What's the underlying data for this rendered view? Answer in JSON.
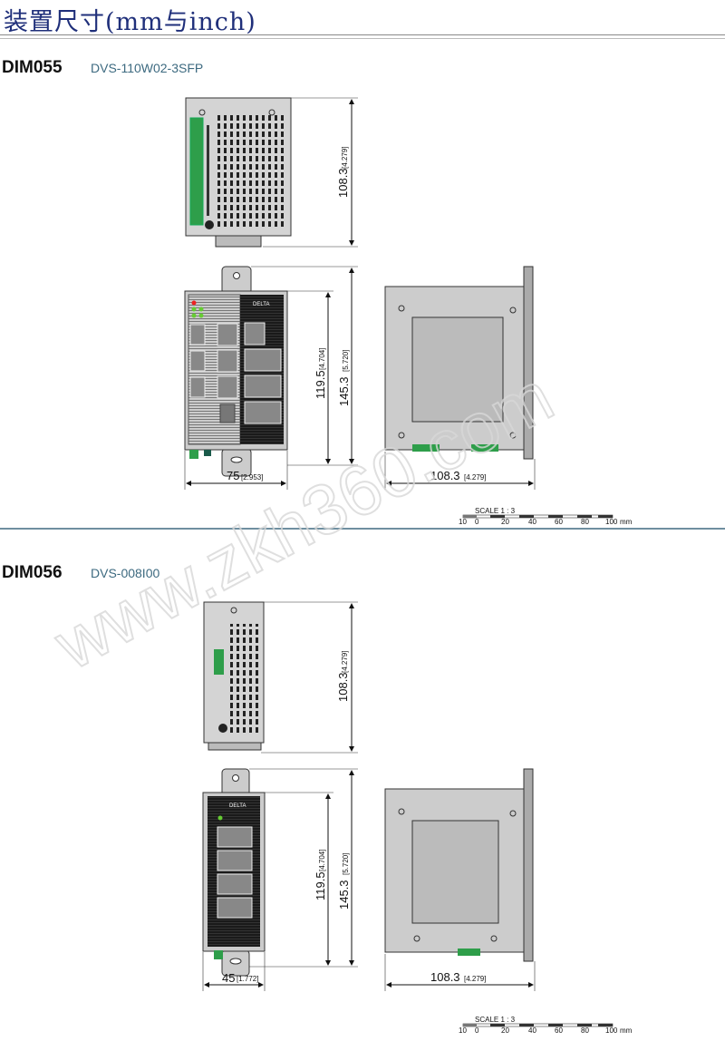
{
  "header": {
    "title": "装置尺寸(mm与inch)"
  },
  "watermark": "www.zkh360.com",
  "sections": [
    {
      "model": "DIM055",
      "product": "DVS-110W02-3SFP",
      "dims": {
        "depth": "108.3",
        "depth_in": "[4.279]",
        "height": "119.5",
        "height_in": "[4.704]",
        "total_height": "145.3",
        "total_height_in": "[5.720]",
        "width": "75",
        "width_in": "[2.953]",
        "side_depth": "108.3",
        "side_depth_in": "[4.279]"
      },
      "logo": "DELTA"
    },
    {
      "model": "DIM056",
      "product": "DVS-008I00",
      "dims": {
        "depth": "108.3",
        "depth_in": "[4.279]",
        "height": "119.5",
        "height_in": "[4.704]",
        "total_height": "145.3",
        "total_height_in": "[5.720]",
        "width": "45",
        "width_in": "[1.772]",
        "side_depth": "108.3",
        "side_depth_in": "[4.279]"
      },
      "logo": "DELTA"
    }
  ],
  "scale": {
    "label": "SCALE 1 : 3",
    "ticks": [
      "10",
      "0",
      "20",
      "40",
      "60",
      "80",
      "100"
    ],
    "unit": "mm"
  }
}
